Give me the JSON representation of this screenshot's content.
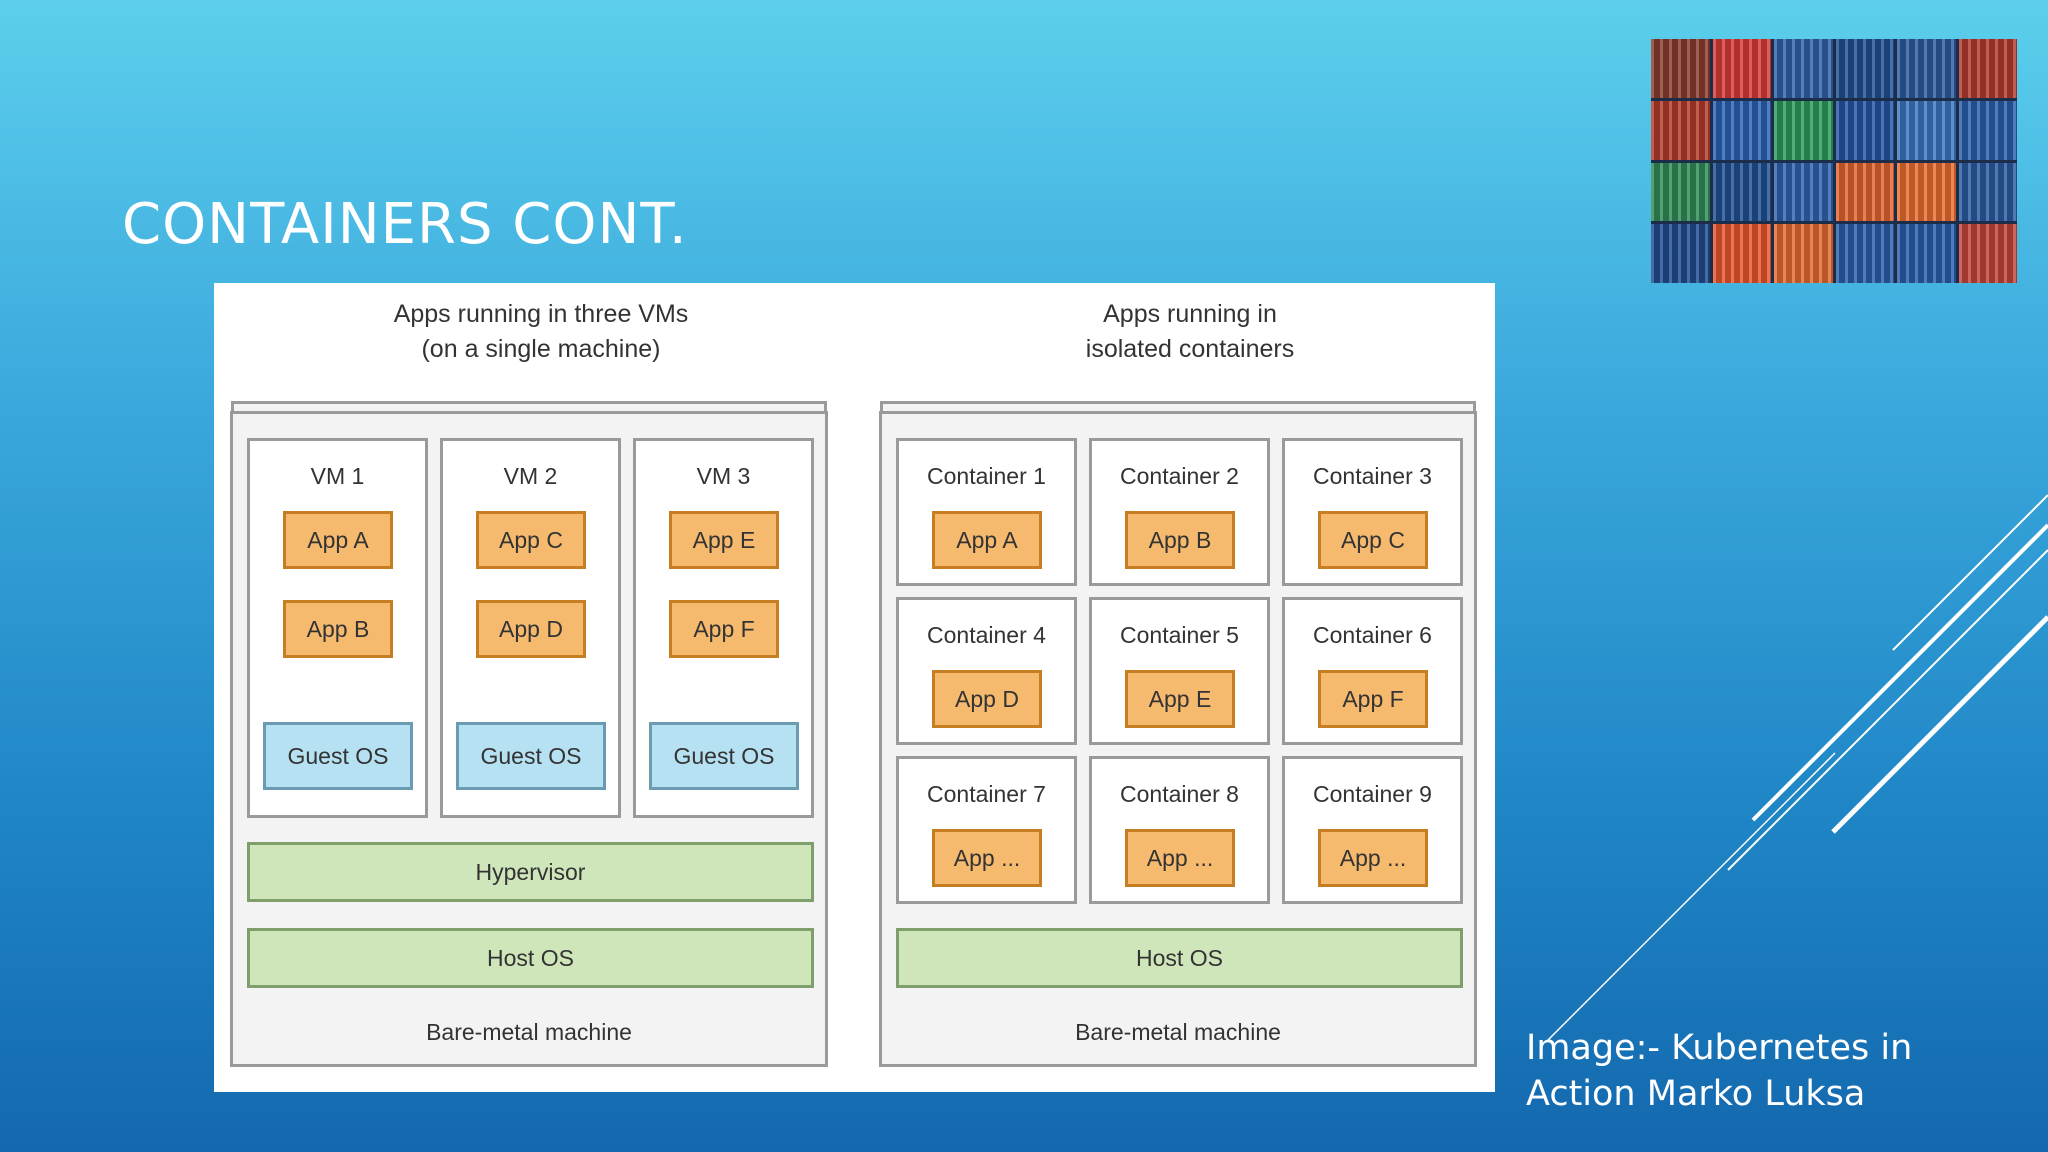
{
  "slide": {
    "title": "CONTAINERS CONT.",
    "credit_line1": "Image:- Kubernetes in",
    "credit_line2": "Action Marko Luksa"
  },
  "diagram": {
    "vm_side": {
      "caption_line1": "Apps running in three VMs",
      "caption_line2": "(on a single machine)",
      "vms": [
        {
          "label": "VM 1",
          "apps": [
            "App A",
            "App B"
          ],
          "guest_os": "Guest OS"
        },
        {
          "label": "VM 2",
          "apps": [
            "App C",
            "App D"
          ],
          "guest_os": "Guest OS"
        },
        {
          "label": "VM 3",
          "apps": [
            "App E",
            "App F"
          ],
          "guest_os": "Guest OS"
        }
      ],
      "hypervisor": "Hypervisor",
      "host_os": "Host OS",
      "machine": "Bare-metal machine"
    },
    "container_side": {
      "caption_line1": "Apps running in",
      "caption_line2": "isolated containers",
      "containers": [
        {
          "label": "Container 1",
          "app": "App A"
        },
        {
          "label": "Container 2",
          "app": "App B"
        },
        {
          "label": "Container 3",
          "app": "App C"
        },
        {
          "label": "Container 4",
          "app": "App D"
        },
        {
          "label": "Container 5",
          "app": "App E"
        },
        {
          "label": "Container 6",
          "app": "App F"
        },
        {
          "label": "Container 7",
          "app": "App ..."
        },
        {
          "label": "Container 8",
          "app": "App ..."
        },
        {
          "label": "Container 9",
          "app": "App ..."
        }
      ],
      "host_os": "Host OS",
      "machine": "Bare-metal machine"
    }
  },
  "colors": {
    "app_fill": "#f6ba6e",
    "guest_os_fill": "#b6e1f3",
    "layer_fill": "#cfe6ba"
  }
}
